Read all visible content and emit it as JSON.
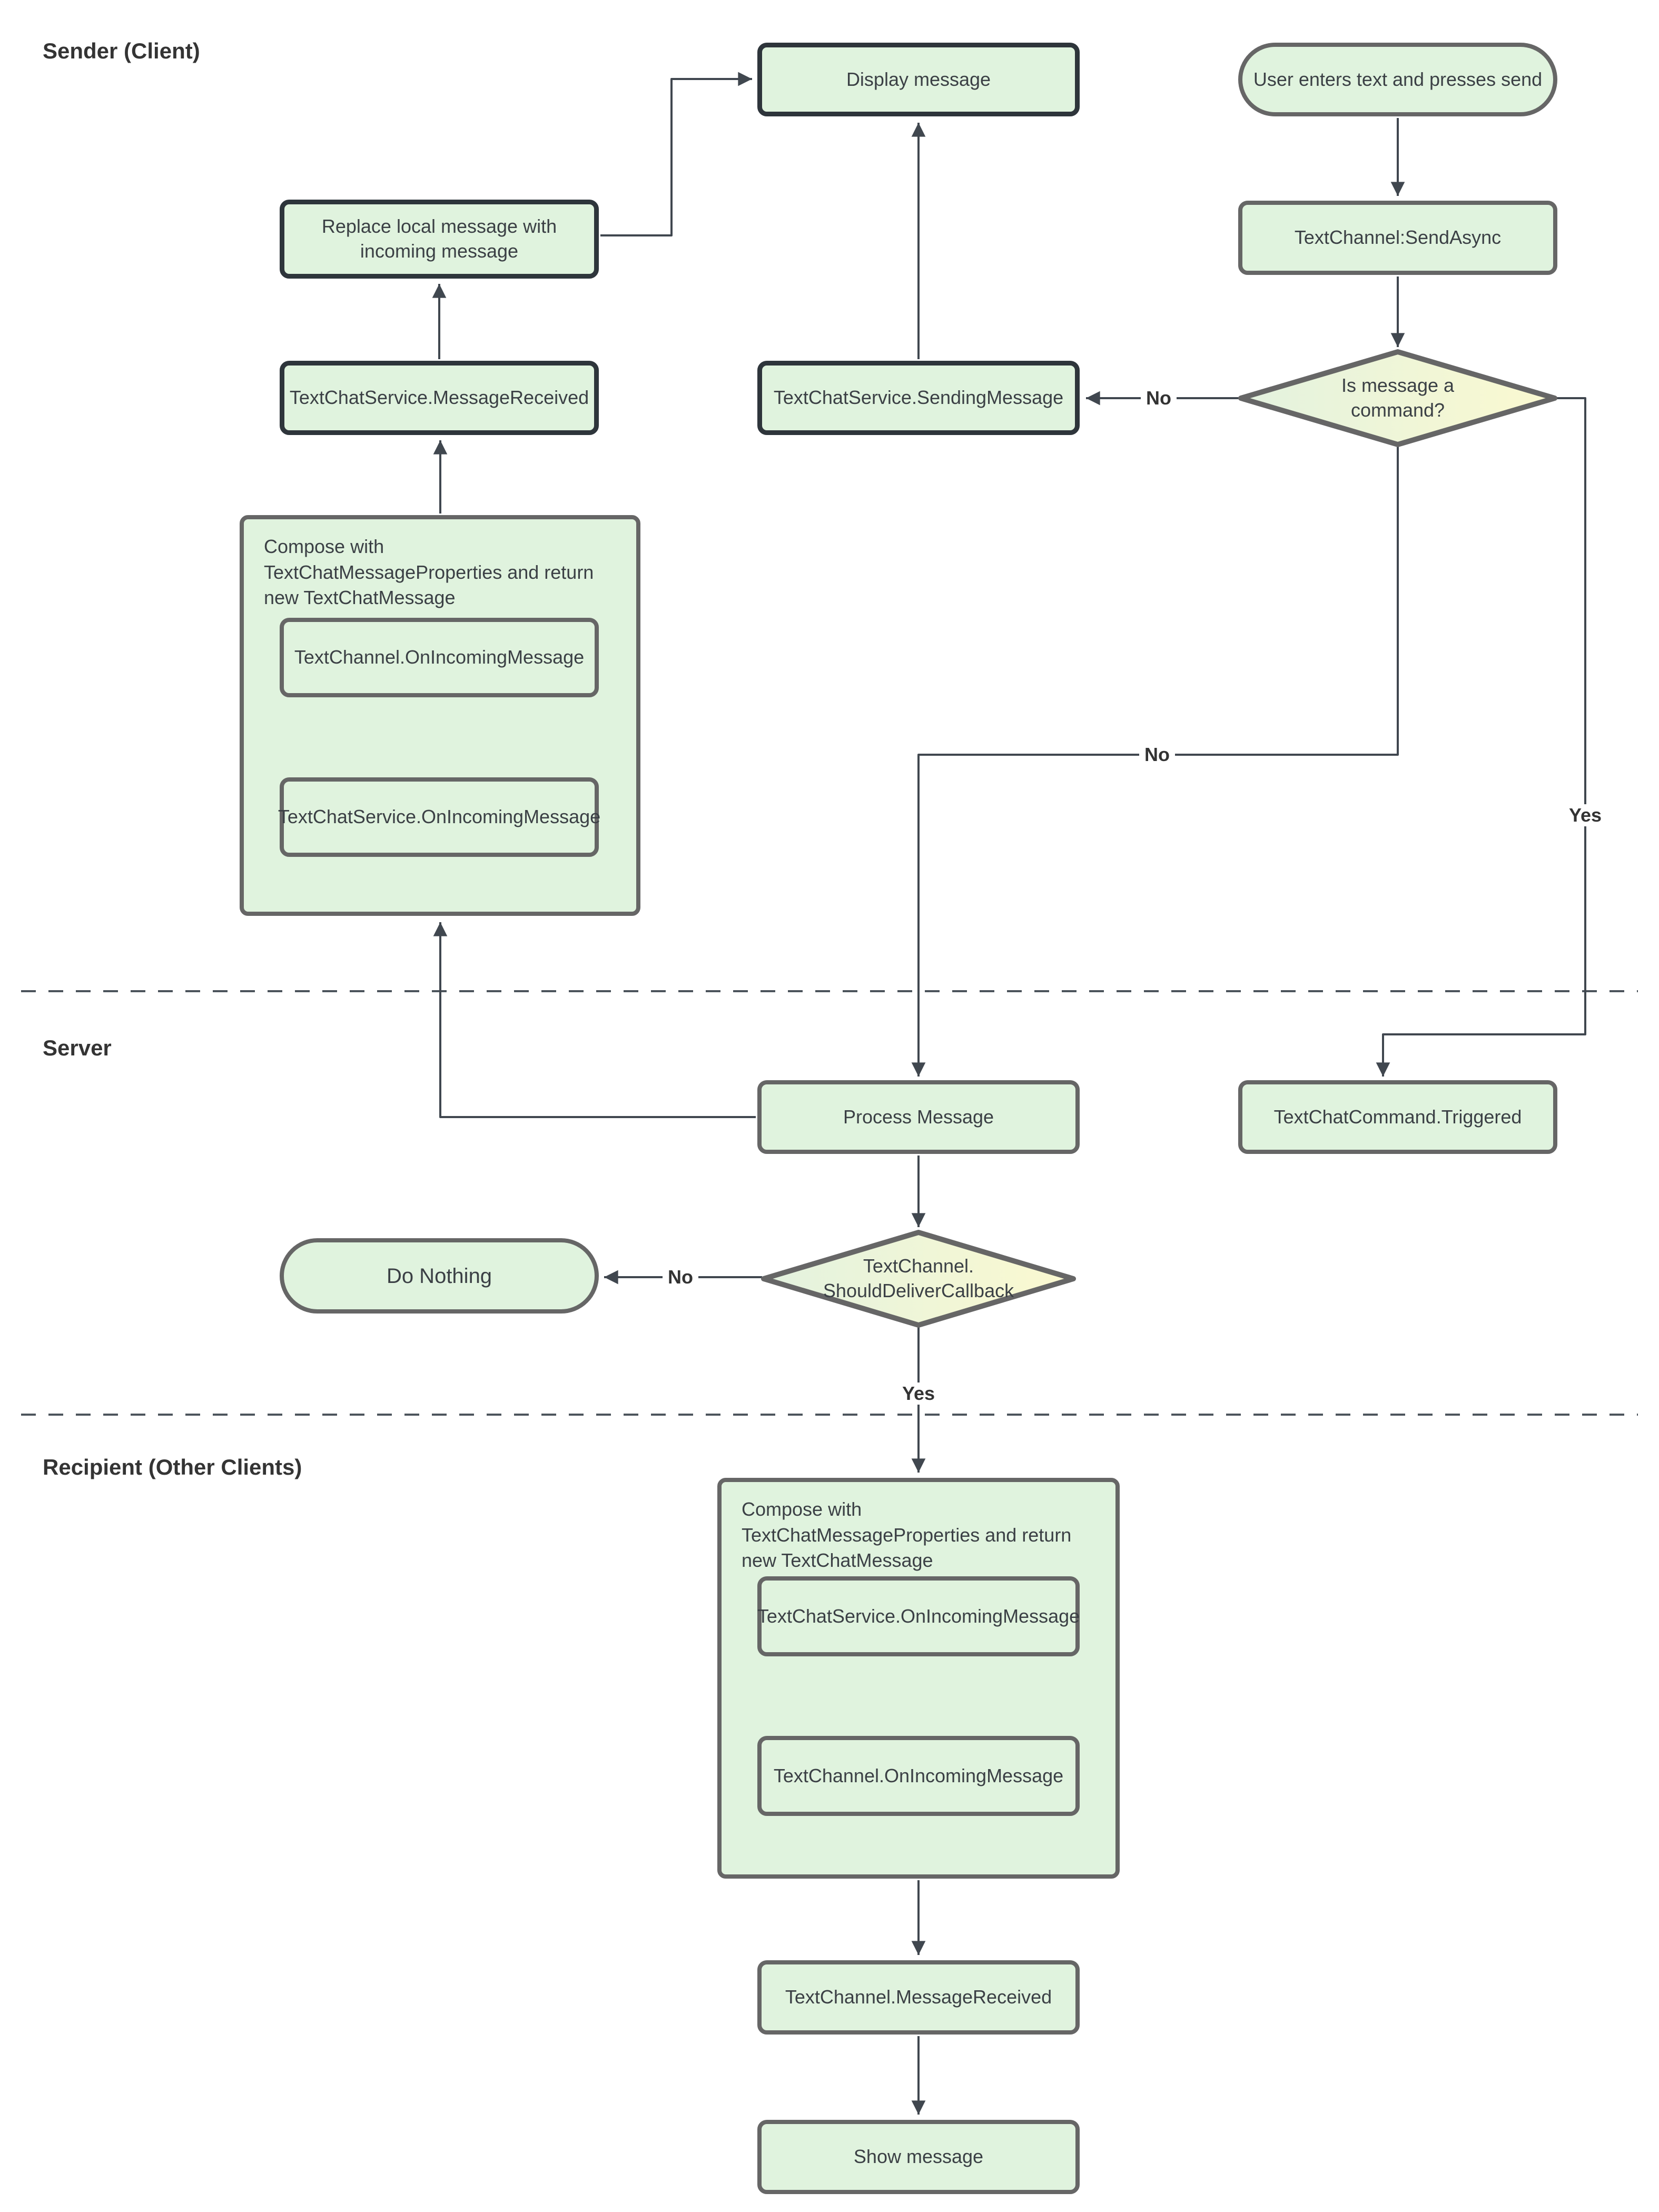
{
  "lanes": {
    "sender": "Sender (Client)",
    "server": "Server",
    "recipient": "Recipient (Other Clients)"
  },
  "nodes": {
    "display_message": "Display message",
    "user_enters": "User enters text and presses send",
    "replace_local": "Replace local message with incoming message",
    "send_async": "TextChannel:SendAsync",
    "tcs_message_received": "TextChatService.MessageReceived",
    "tcs_sending_message": "TextChatService.SendingMessage",
    "is_command": "Is message a command?",
    "compose_sender_title": "Compose with TextChatMessageProperties and return new TextChatMessage",
    "sender_tc_on_incoming": "TextChannel.OnIncomingMessage",
    "sender_tcs_on_incoming": "TextChatService.OnIncomingMessage",
    "process_message": "Process Message",
    "command_triggered": "TextChatCommand.Triggered",
    "do_nothing": "Do Nothing",
    "should_deliver": "TextChannel. ShouldDeliverCallback",
    "compose_recipient_title": "Compose with TextChatMessageProperties and return new TextChatMessage",
    "recipient_tcs_on_incoming": "TextChatService.OnIncomingMessage",
    "recipient_tc_on_incoming": "TextChannel.OnIncomingMessage",
    "tc_message_received": "TextChannel.MessageReceived",
    "show_message": "Show message"
  },
  "edge_labels": {
    "is_command_no": "No",
    "is_command_no_to_server": "No",
    "is_command_yes": "Yes",
    "should_deliver_no": "No",
    "should_deliver_yes": "Yes"
  },
  "colors": {
    "node_fill": "#e0f3de",
    "decision_fill_left": "#e3f2df",
    "decision_fill_right": "#fbf9d0",
    "border_dark": "#2e353b",
    "border_gray": "#666666",
    "connector": "#40474f",
    "text": "#3b4045",
    "lane_divider": "#4c545c"
  }
}
